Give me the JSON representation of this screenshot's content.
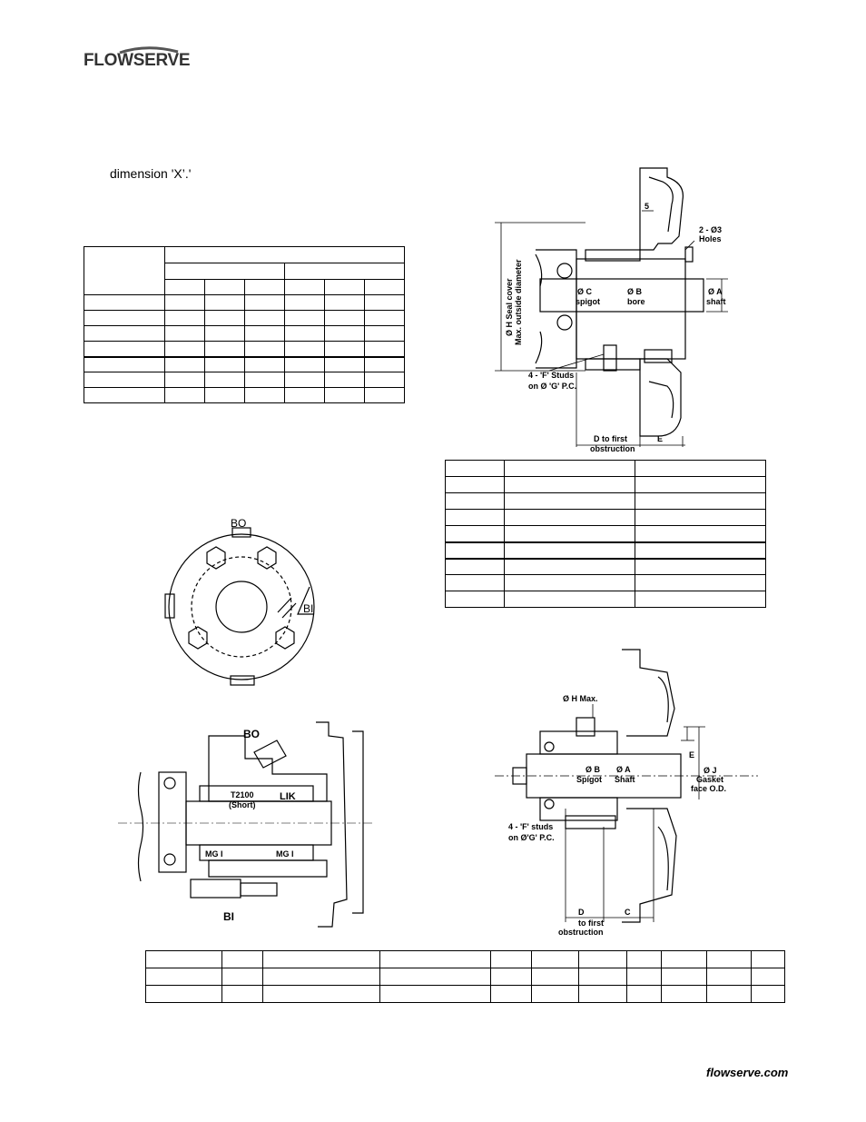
{
  "header": {
    "logo": "FLOWSERVE"
  },
  "body": {
    "text": "dimension 'X’.'"
  },
  "diagram1": {
    "dim_5": "5",
    "holes_1": "2 - Ø3",
    "holes_2": "Holes",
    "seal_cover_1": "Ø H Seal cover",
    "seal_cover_2": "Max. outside diameter",
    "c_1": "Ø C",
    "c_2": "spigot",
    "b_1": "Ø B",
    "b_2": "bore",
    "a_1": "Ø A",
    "a_2": "shaft",
    "studs_1": "4 - 'F' Studs",
    "studs_2": "on Ø 'G' P.C.",
    "d_1": "D to first",
    "d_2": "obstruction",
    "e": "E"
  },
  "diagram2": {
    "bo": "BO",
    "bi": "BI"
  },
  "diagram3": {
    "bo": "BO",
    "bi": "BI",
    "t2100": "T2100",
    "short": "(Short)",
    "lik": "LIK",
    "mg1": "MG I",
    "mg2": "MG I"
  },
  "diagram4": {
    "h_max": "Ø H Max.",
    "e": "E",
    "b_1": "Ø B",
    "b_2": "Spigot",
    "a_1": "Ø A",
    "a_2": "Shaft",
    "j_1": "Ø J",
    "j_2": "Gasket",
    "j_3": "face O.D.",
    "studs_1": "4 - 'F' studs",
    "studs_2": "on Ø'G' P.C.",
    "d": "D",
    "c": "C",
    "to_1": "to first",
    "to_2": "obstruction"
  },
  "footer": {
    "url": "flowserve.com"
  }
}
